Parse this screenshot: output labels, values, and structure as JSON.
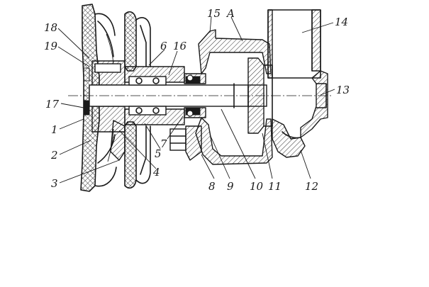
{
  "figure": {
    "callouts": [
      "1",
      "2",
      "3",
      "4",
      "5",
      "6",
      "7",
      "8",
      "9",
      "10",
      "11",
      "12",
      "13",
      "14",
      "15",
      "16",
      "17",
      "18",
      "19",
      "A"
    ]
  }
}
